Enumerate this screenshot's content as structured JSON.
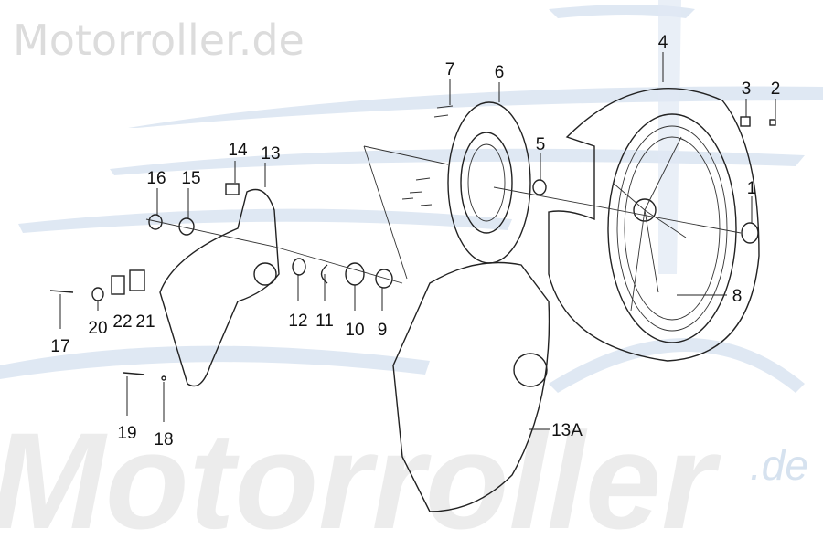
{
  "watermark": {
    "top": "Motorroller.de",
    "bottom": "Motorroller",
    "bottom_suffix": ".de"
  },
  "colors": {
    "watermark_gray": "#dcdcdc",
    "swoosh_blue": "#dfe8f3",
    "line": "#222222"
  },
  "labels": [
    "1",
    "2",
    "3",
    "4",
    "5",
    "6",
    "7",
    "8",
    "9",
    "10",
    "11",
    "12",
    "13",
    "14",
    "15",
    "16",
    "17",
    "18",
    "19",
    "20",
    "21",
    "22",
    "13A"
  ]
}
